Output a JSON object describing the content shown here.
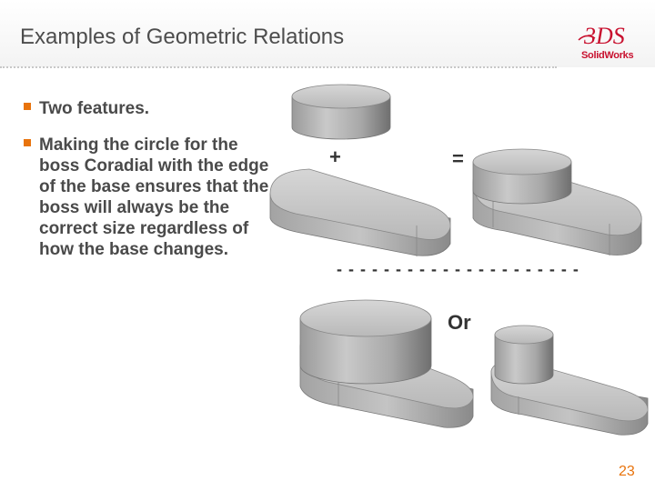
{
  "slide": {
    "title": "Examples of Geometric Relations",
    "page_number": "23",
    "accent_color": "#e8730c"
  },
  "logo": {
    "text": "SolidWorks",
    "mark": "3DS"
  },
  "bullets": [
    "Two features.",
    "Making the circle for the boss Coradial with the edge of the base ensures that the boss will always be the correct size regardless of how the base changes."
  ],
  "figure": {
    "plus_label": "+",
    "equals_label": "=",
    "or_label": "Or",
    "dash_line": "- - - - - - - - - - - - - - - - - - - - -"
  }
}
